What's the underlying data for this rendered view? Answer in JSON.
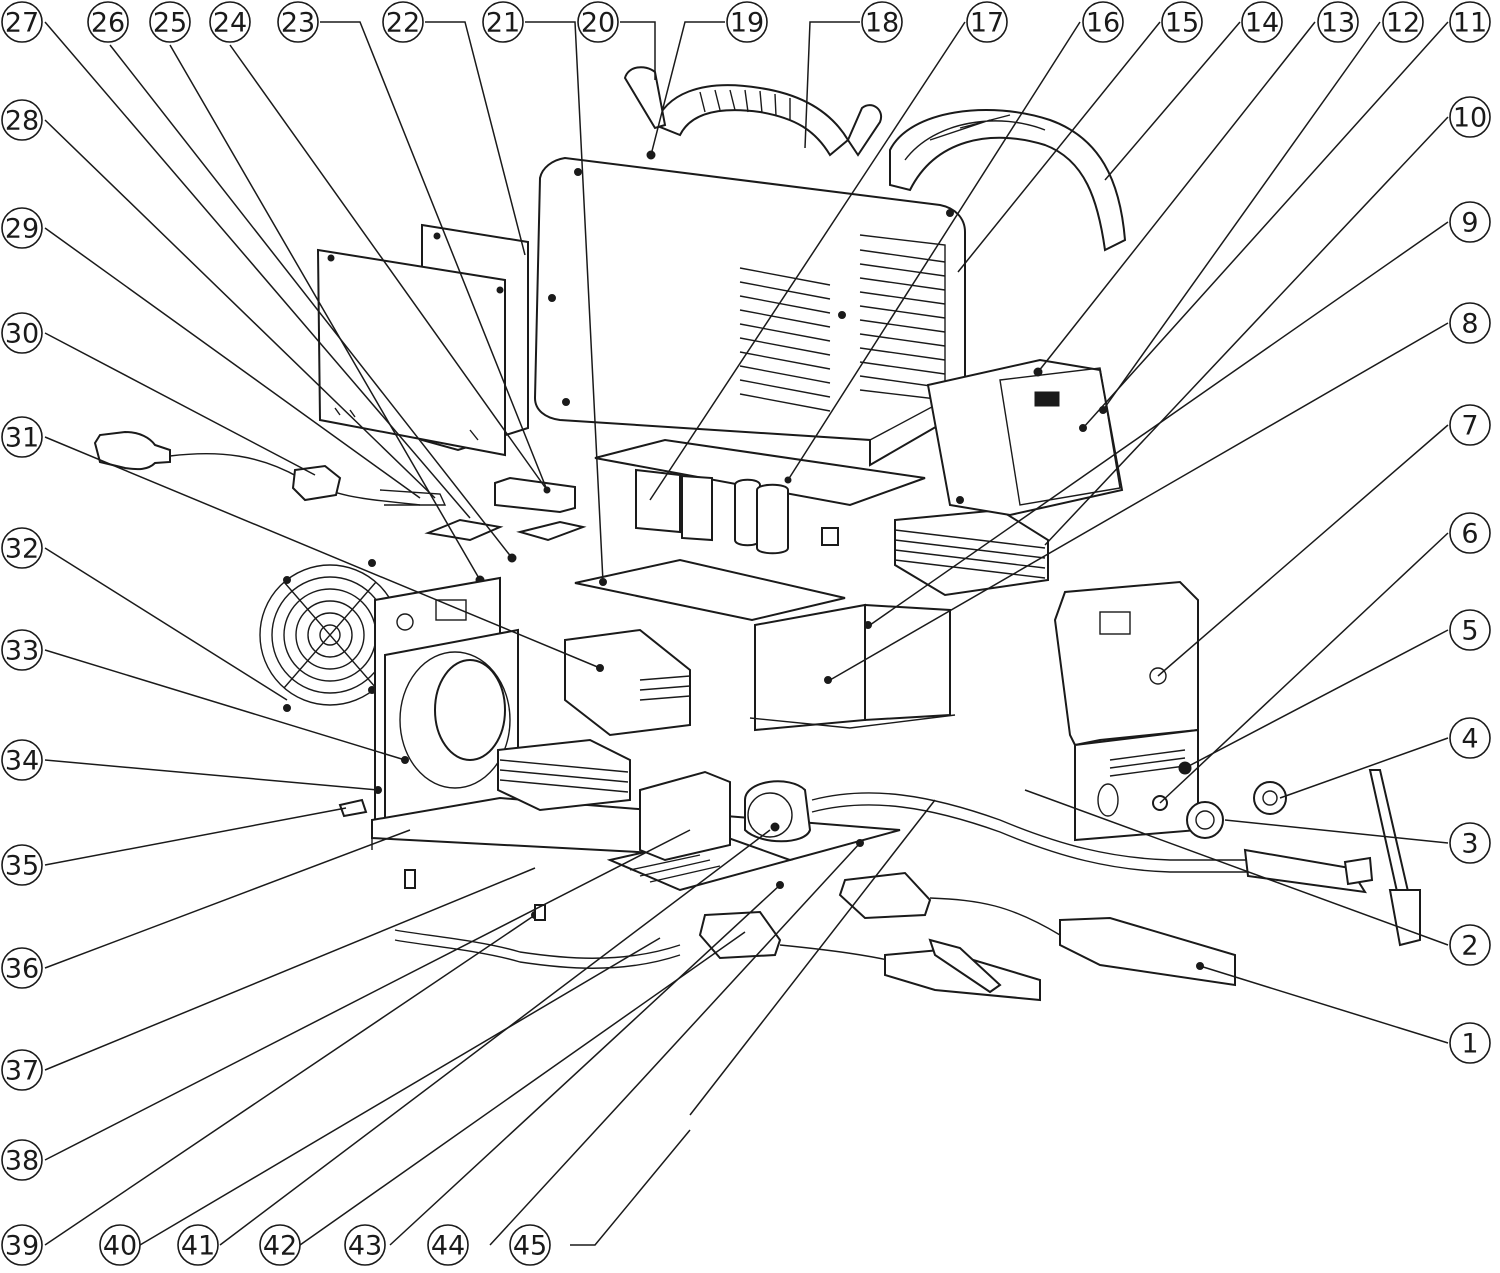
{
  "diagram": {
    "type": "exploded-parts-view",
    "callouts": [
      {
        "id": "1",
        "label": "1"
      },
      {
        "id": "2",
        "label": "2"
      },
      {
        "id": "3",
        "label": "3"
      },
      {
        "id": "4",
        "label": "4"
      },
      {
        "id": "5",
        "label": "5"
      },
      {
        "id": "6",
        "label": "6"
      },
      {
        "id": "7",
        "label": "7"
      },
      {
        "id": "8",
        "label": "8"
      },
      {
        "id": "9",
        "label": "9"
      },
      {
        "id": "10",
        "label": "10"
      },
      {
        "id": "11",
        "label": "11"
      },
      {
        "id": "12",
        "label": "12"
      },
      {
        "id": "13",
        "label": "13"
      },
      {
        "id": "14",
        "label": "14"
      },
      {
        "id": "15",
        "label": "15"
      },
      {
        "id": "16",
        "label": "16"
      },
      {
        "id": "17",
        "label": "17"
      },
      {
        "id": "18",
        "label": "18"
      },
      {
        "id": "19",
        "label": "19"
      },
      {
        "id": "20",
        "label": "20"
      },
      {
        "id": "21",
        "label": "21"
      },
      {
        "id": "22",
        "label": "22"
      },
      {
        "id": "23",
        "label": "23"
      },
      {
        "id": "24",
        "label": "24"
      },
      {
        "id": "25",
        "label": "25"
      },
      {
        "id": "26",
        "label": "26"
      },
      {
        "id": "27",
        "label": "27"
      },
      {
        "id": "28",
        "label": "28"
      },
      {
        "id": "29",
        "label": "29"
      },
      {
        "id": "30",
        "label": "30"
      },
      {
        "id": "31",
        "label": "31"
      },
      {
        "id": "32",
        "label": "32"
      },
      {
        "id": "33",
        "label": "33"
      },
      {
        "id": "34",
        "label": "34"
      },
      {
        "id": "35",
        "label": "35"
      },
      {
        "id": "36",
        "label": "36"
      },
      {
        "id": "37",
        "label": "37"
      },
      {
        "id": "38",
        "label": "38"
      },
      {
        "id": "39",
        "label": "39"
      },
      {
        "id": "40",
        "label": "40"
      },
      {
        "id": "41",
        "label": "41"
      },
      {
        "id": "42",
        "label": "42"
      },
      {
        "id": "43",
        "label": "43"
      },
      {
        "id": "44",
        "label": "44"
      },
      {
        "id": "45",
        "label": "45"
      }
    ]
  }
}
